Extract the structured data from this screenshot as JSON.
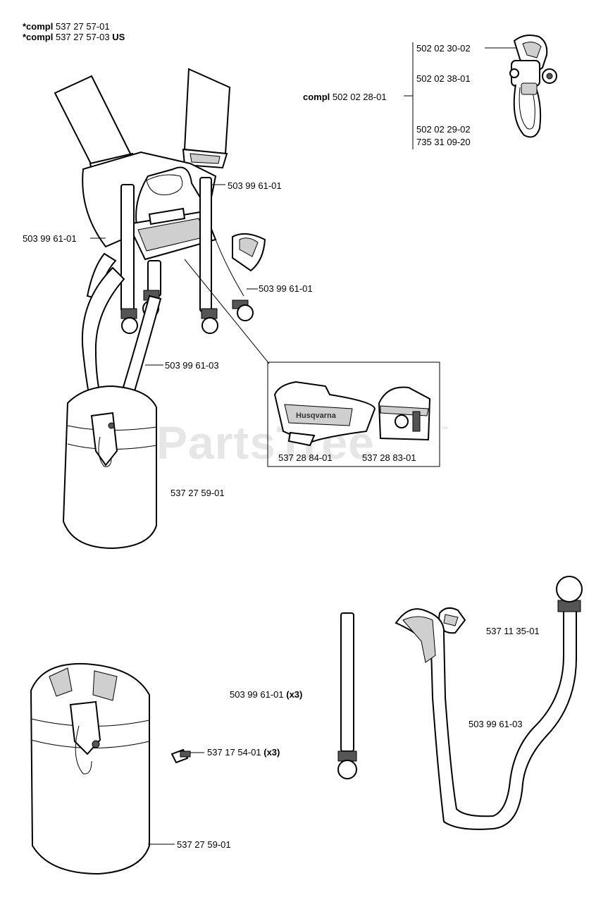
{
  "header": {
    "line1_prefix": "*compl",
    "line1_number": "537 27 57-01",
    "line2_prefix": "*compl",
    "line2_number": "537 27 57-03",
    "line2_suffix": "US"
  },
  "watermark": {
    "text": "PartsTree",
    "mark": "™"
  },
  "clip_assembly": {
    "prefix": "compl",
    "number": "502 02 28-01",
    "parts": [
      "502 02 30-02",
      "502 02 38-01",
      "502 02 29-02",
      "735 31 09-20"
    ]
  },
  "harness_labels": {
    "strap_right": "503 99 61-01",
    "strap_left": "503 99 61-01",
    "strap_lower_right": "503 99 61-01",
    "strap_long": "503 99 61-03",
    "hip_pad": "537 27 59-01"
  },
  "detail_box": {
    "brand_text": "Husqvarna",
    "left_part": "537 28 84-01",
    "right_part": "537 28 83-01"
  },
  "lower_parts": {
    "strap_x3_number": "503 99 61-01",
    "strap_x3_qty": "(x3)",
    "screw_number": "537 17 54-01",
    "screw_qty": "(x3)",
    "buckle": "537 11 35-01",
    "long_strap": "503 99 61-03",
    "hip_pad_lower": "537 27 59-01"
  }
}
